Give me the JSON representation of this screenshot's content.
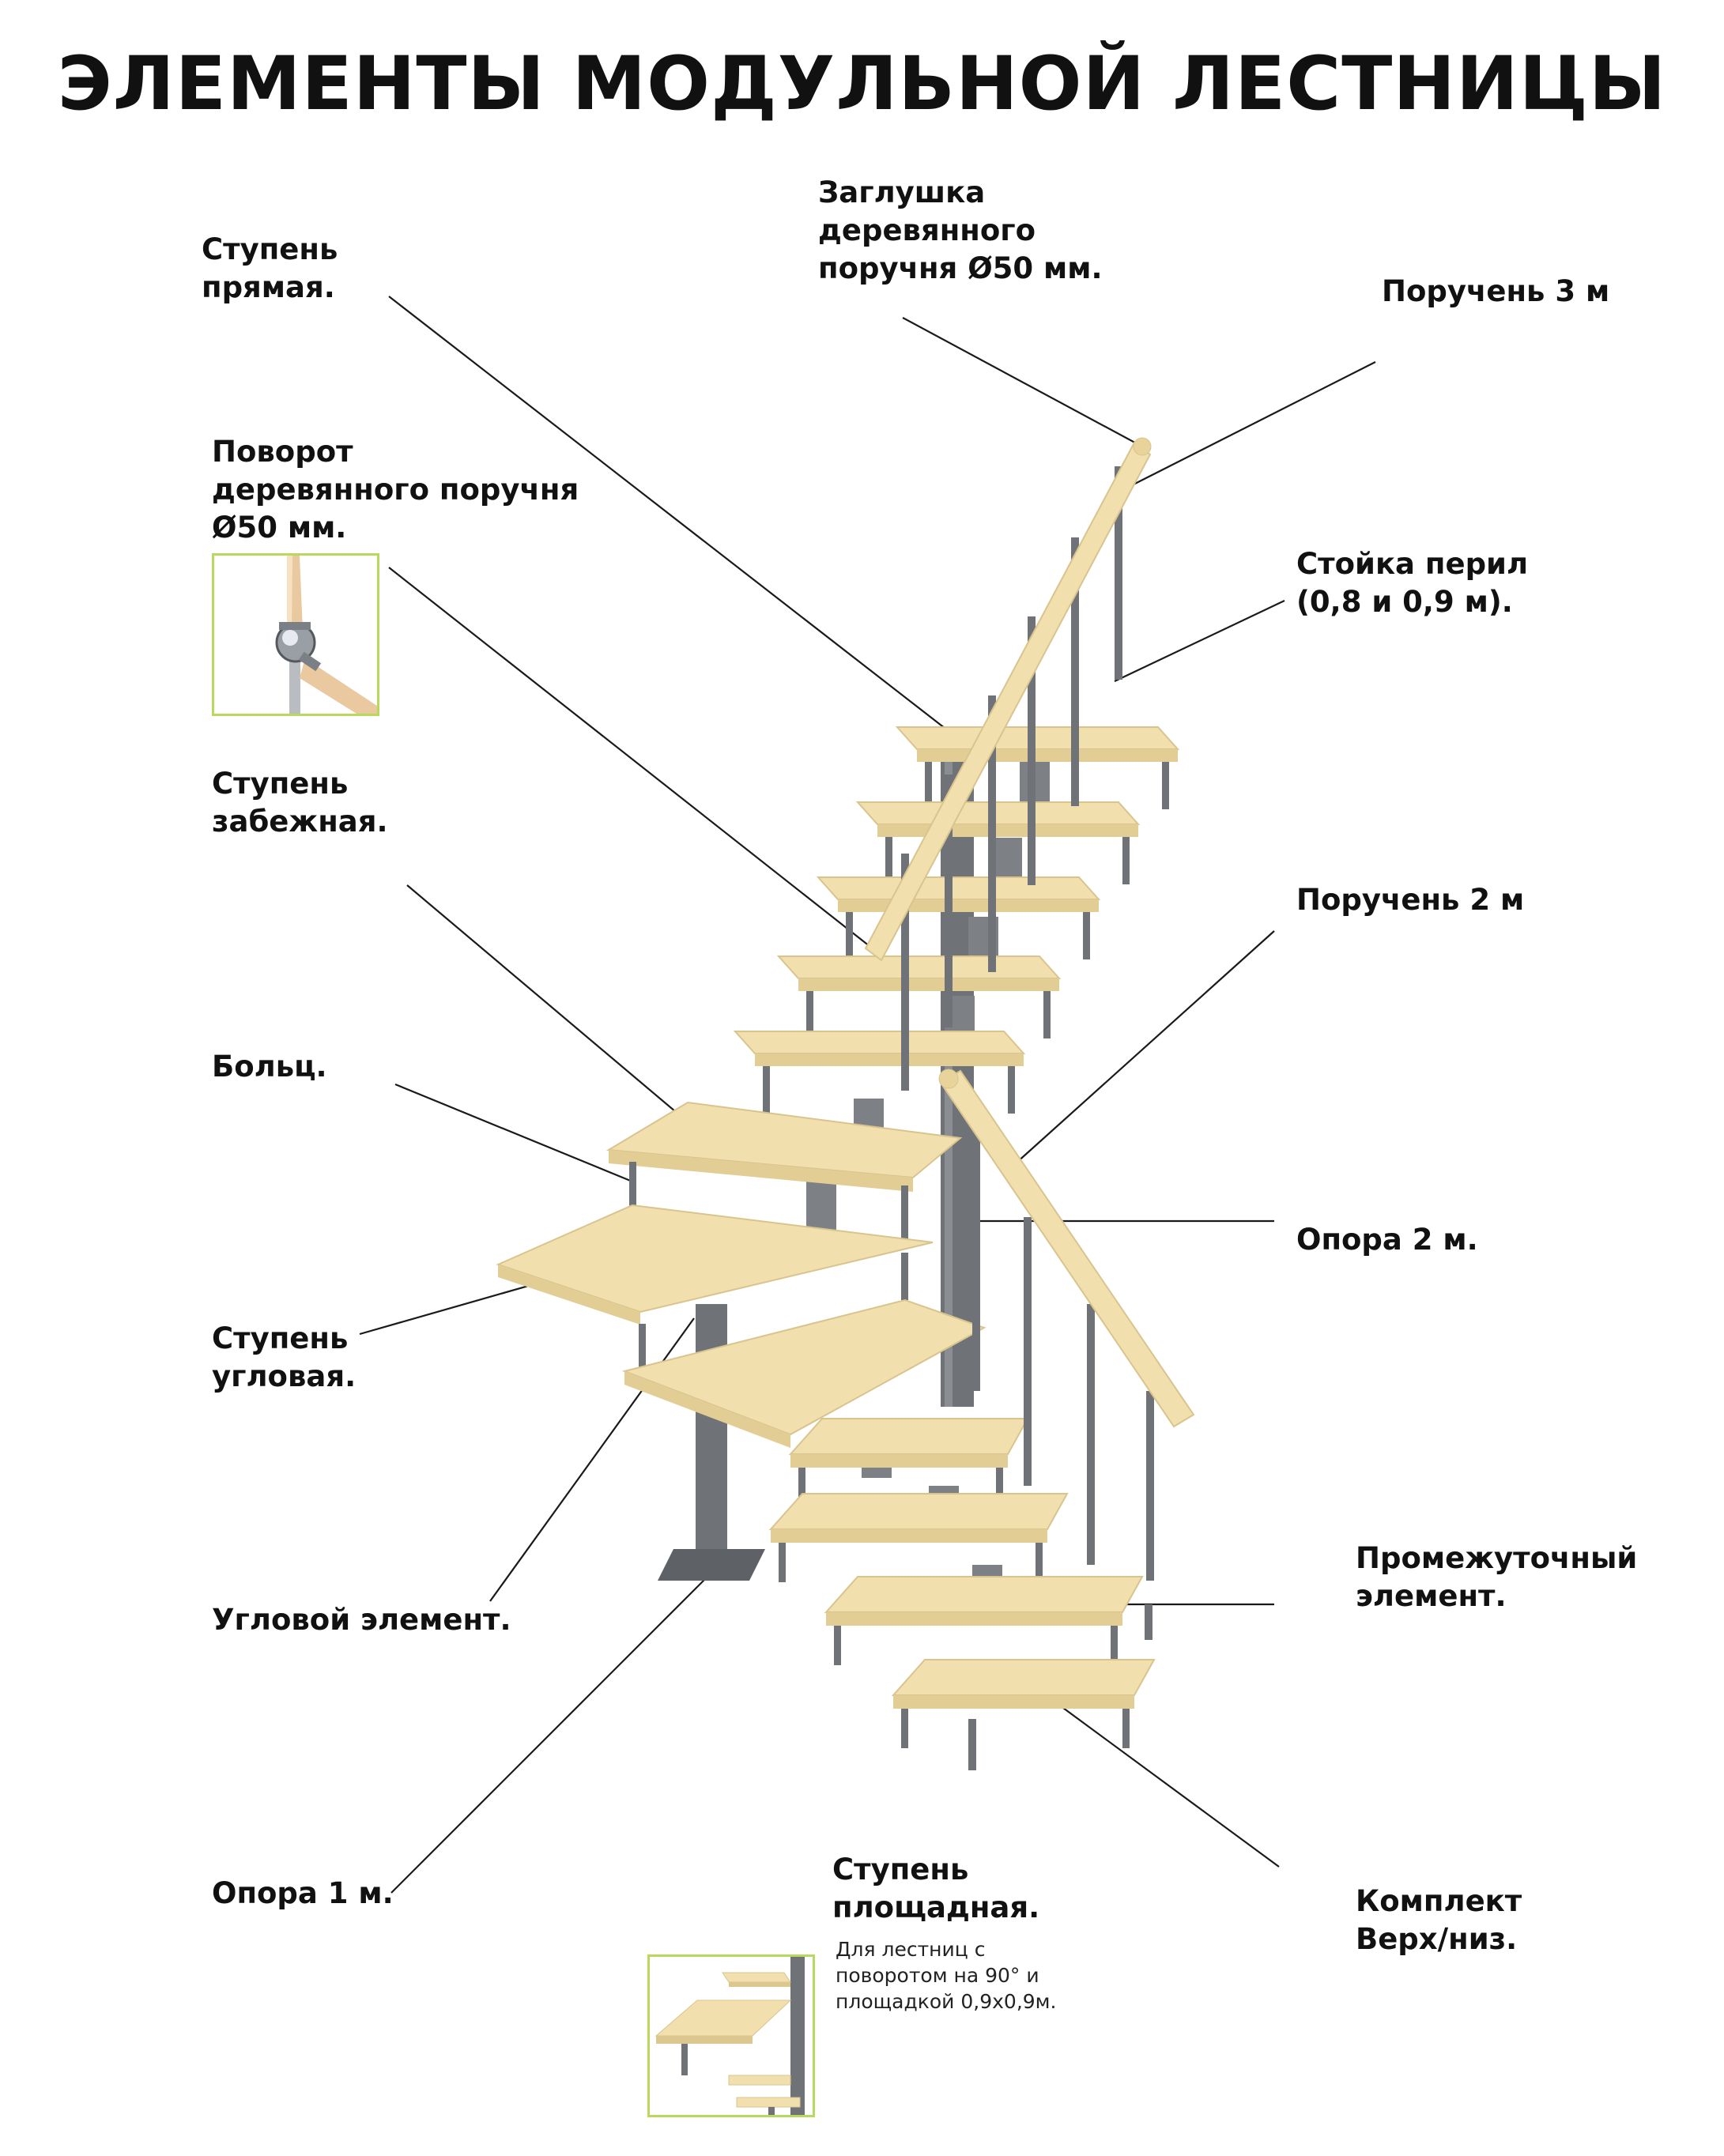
{
  "title": "ЭЛЕМЕНТЫ МОДУЛЬНОЙ ЛЕСТНИЦЫ",
  "colors": {
    "wood": "#f1dfae",
    "wood_edge": "#d9c48e",
    "metal": "#6f7378",
    "leader": "#1a1a1a",
    "thumb_border": "#b9d95c"
  },
  "labels": {
    "stupen_pryamaya": [
      "Ступень",
      "прямая."
    ],
    "zaglushka": [
      "Заглушка",
      "деревянного",
      "поручня Ø50 мм."
    ],
    "poruchen3": "Поручень 3 м",
    "povorot": [
      "Поворот",
      "деревянного поручня",
      "Ø50 мм."
    ],
    "stoyka": [
      "Стойка перил",
      "(0,8 и 0,9 м)."
    ],
    "stupen_zabezhnaya": [
      "Ступень",
      "забежная."
    ],
    "poruchen2": "Поручень 2 м",
    "bolts": "Больц.",
    "opora2": "Опора 2 м.",
    "stupen_uglovaya": [
      "Ступень",
      "угловая."
    ],
    "promezhutochny": [
      "Промежуточный",
      "элемент."
    ],
    "uglovoy": "Угловой элемент.",
    "opora1": "Опора 1 м.",
    "stupen_ploshchadnaya": [
      "Ступень",
      "площадная."
    ],
    "komplekt": [
      "Комплект",
      "Верх/низ."
    ]
  },
  "note_ploshchadnaya": [
    "Для лестниц с",
    "поворотом на 90° и",
    "площадкой 0,9х0,9м."
  ],
  "icons": {
    "handrail_turn": "handrail-turn-thumbnail",
    "landing_step": "landing-step-thumbnail"
  }
}
